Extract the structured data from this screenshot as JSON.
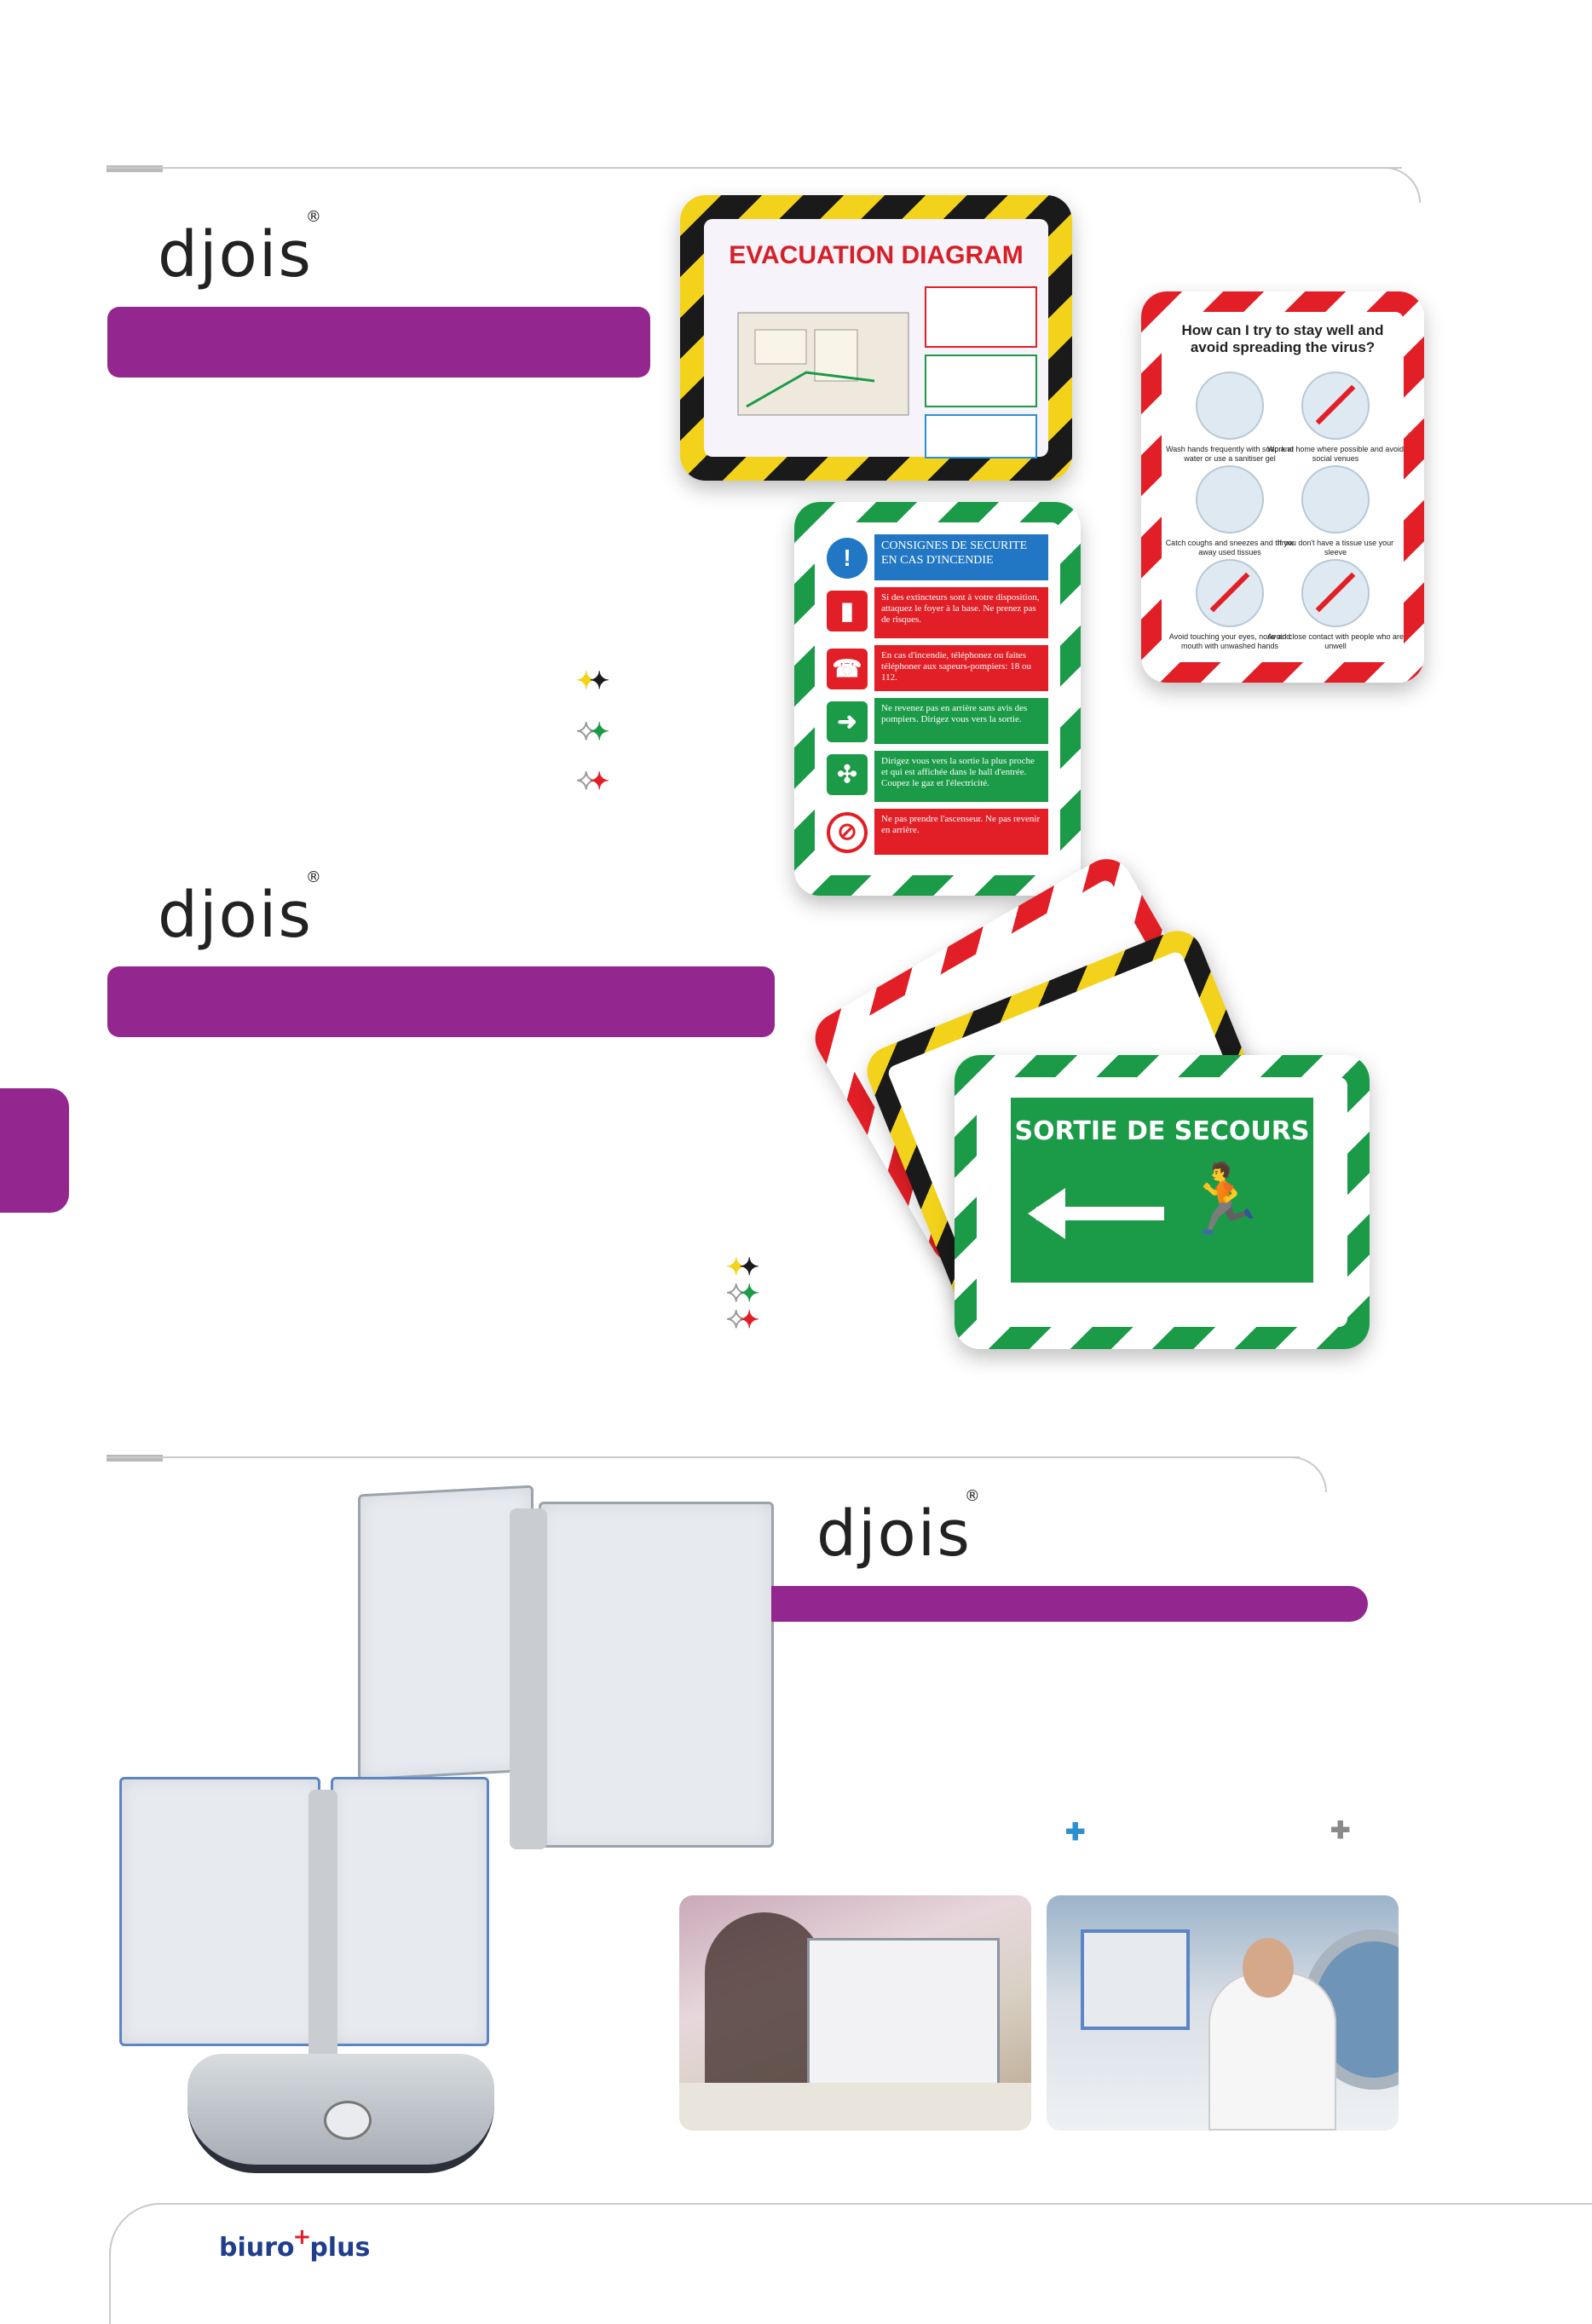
{
  "brand_logo": {
    "text": "djois",
    "mark": "®"
  },
  "section1": {
    "evac_sign": {
      "title": "EVACUATION DIAGRAM"
    },
    "virus_sign": {
      "title": "How can I try to stay well and avoid spreading the virus?",
      "cells": [
        "Wash hands frequently with soap and water or use a sanitiser gel",
        "Work at home where possible and avoid social venues",
        "Catch coughs and sneezes and throw away used tissues",
        "If you don't have a tissue use your sleeve",
        "Avoid touching your eyes, nose and mouth with unwashed hands",
        "Avoid close contact with people who are unwell"
      ]
    },
    "consignes_sign": {
      "header": "CONSIGNES DE SECURITE EN CAS D'INCENDIE",
      "rows": [
        "Si des extincteurs sont à votre disposition, attaquez le foyer à la base. Ne prenez pas de risques.",
        "En cas d'incendie, téléphonez ou faites téléphoner aux sapeurs-pompiers: 18 ou 112.",
        "Ne revenez pas en arrière sans avis des pompiers. Dirigez vous vers la sortie.",
        "Dirigez vous vers la sortie la plus proche et qui est affichée dans le hall d'entrée. Coupez le gaz et l'électricité.",
        "Ne pas prendre l'ascenseur. Ne pas revenir en arrière."
      ]
    },
    "swatches": [
      "#f2d21a",
      "#1b9a48",
      "#e21f26"
    ]
  },
  "section2": {
    "sortie_sign": {
      "text": "SORTIE DE SECOURS"
    },
    "swatches": [
      "#f2d21a",
      "#1b9a48",
      "#e21f26"
    ]
  },
  "section3": {
    "swatch_colors": [
      "#2b8fd0",
      "#8a8a8a"
    ]
  },
  "footer": {
    "brand_left": "biuro",
    "brand_plus": "+",
    "brand_right": "plus"
  },
  "colors": {
    "accent": "#93268f",
    "rule": "#c9c9c9"
  }
}
